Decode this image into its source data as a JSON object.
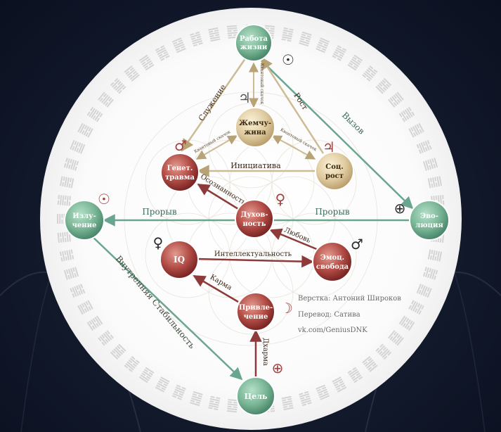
{
  "colors": {
    "green": "#6aaa8a",
    "tan": "#c9b07a",
    "red": "#9a3434",
    "edge_green": "#6aa58f",
    "edge_tan": "#cdbb95",
    "edge_red": "#8f3a3a"
  },
  "nodes": {
    "rabota": {
      "label1": "Работа",
      "label2": "жизни"
    },
    "izluchenie": {
      "label1": "Излу-",
      "label2": "чение"
    },
    "evolyuciya": {
      "label1": "Эво-",
      "label2": "люция"
    },
    "cel": {
      "label1": "Цель"
    },
    "zhemchuzhina": {
      "label1": "Жемчу-",
      "label2": "жина"
    },
    "genet": {
      "label1": "Генет.",
      "label2": "травма"
    },
    "soc": {
      "label1": "Соц.",
      "label2": "рост"
    },
    "duhovnost": {
      "label1": "Духов-",
      "label2": "ность"
    },
    "iq": {
      "label1": "IQ"
    },
    "emoc": {
      "label1": "Эмоц.",
      "label2": "свобода"
    },
    "privlechenie": {
      "label1": "Привле-",
      "label2": "чение"
    }
  },
  "edges": {
    "sluzhenie": "Служение",
    "rost": "Рост",
    "vyzov": "Вызов",
    "kvant1": "Квантовый скачок",
    "kvant2": "Квантовый скачок",
    "kvant3": "Квантовый скачок",
    "iniciativa": "Инициатива",
    "osoznannost": "Осознанность",
    "proryv_left": "Прорыв",
    "proryv_right": "Прорыв",
    "lyubov": "Любовь",
    "intellekt": "Интеллектуальность",
    "karma": "Карма",
    "dharma": "Дхарма",
    "vnutr": "Внутренняя Стабильность"
  },
  "glyphs": {
    "sun_top": "☉",
    "sun_left": "☉",
    "earth_right": "⊕",
    "earth_bottom": "⊕",
    "jupiter_center": "♃",
    "jupiter_right": "♃",
    "mars_left": "♂",
    "venus_center": "♀",
    "venus_left": "♀",
    "mars_right": "♂",
    "moon": "☽"
  },
  "credits": {
    "line1": "Верстка: Антоний Широков",
    "line2": "Перевод: Сатива",
    "line3": "vk.com/GeniusDNK"
  }
}
